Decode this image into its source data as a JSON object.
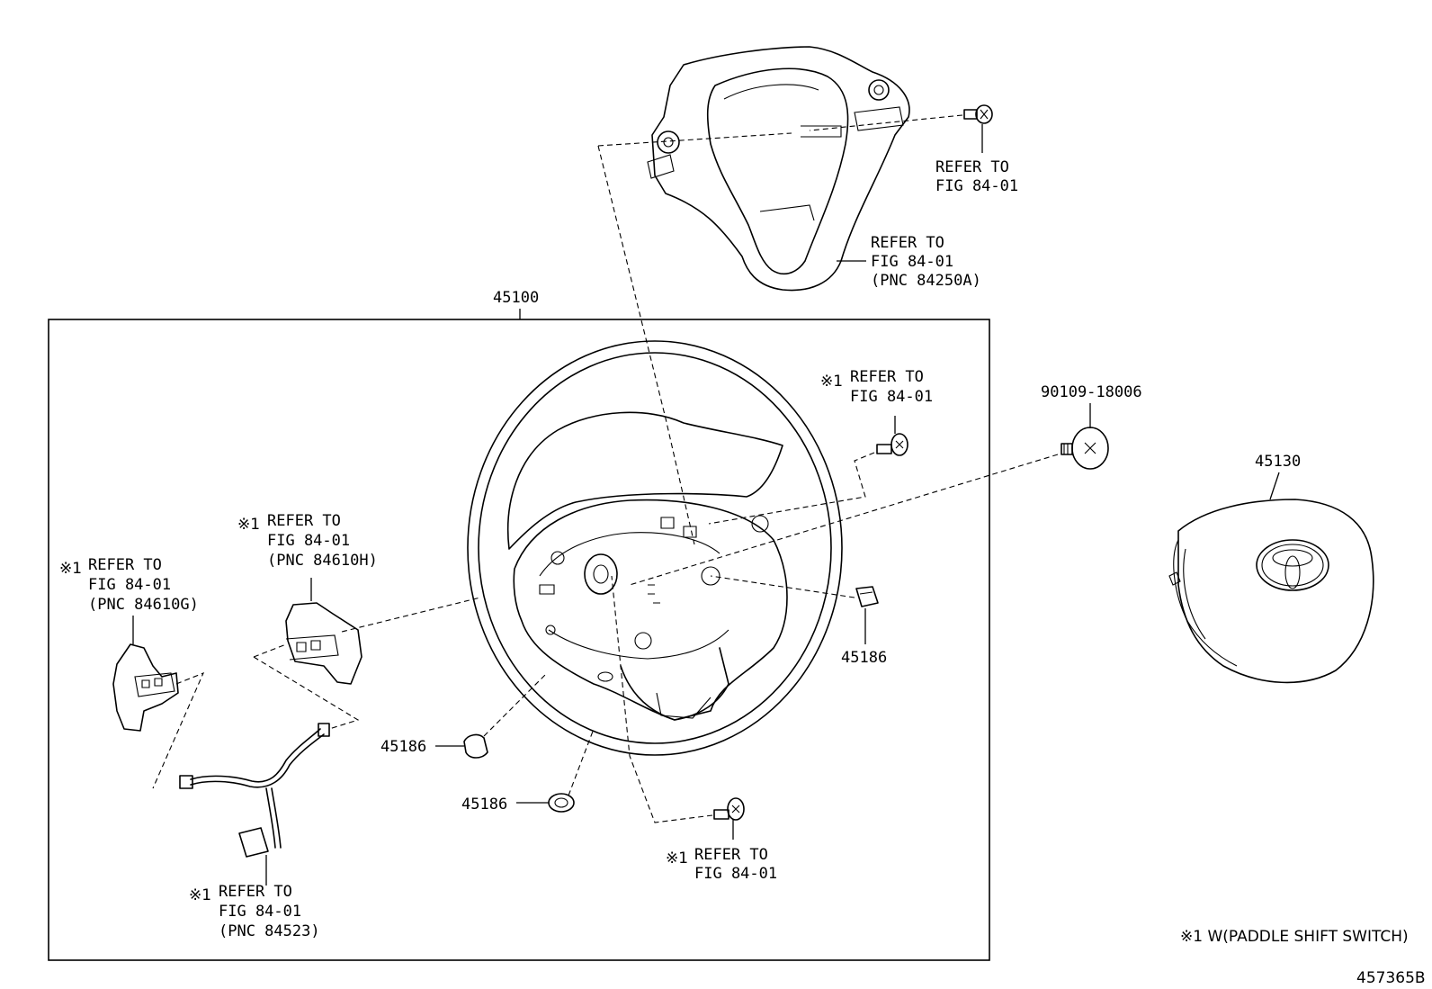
{
  "labels": {
    "l_45100": "45100",
    "l_45130": "45130",
    "l_90109": "90109-18006",
    "l_45186_right": "45186",
    "l_45186_mid": "45186",
    "l_45186_low": "45186",
    "footnote": "※1 W(PADDLE SHIFT SWITCH)",
    "catalog_id": "457365B"
  },
  "refs": {
    "top_screw": [
      "REFER TO",
      "FIG 84-01"
    ],
    "cover": [
      "REFER TO",
      "FIG 84-01",
      "(PNC 84250A)"
    ],
    "upper_screw": [
      "REFER TO",
      "FIG 84-01"
    ],
    "upper_screw_mark": "※1",
    "paddle_right": [
      "REFER TO",
      "FIG 84-01",
      "(PNC 84610H)"
    ],
    "paddle_right_mark": "※1",
    "paddle_left": [
      "REFER TO",
      "FIG 84-01",
      "(PNC 84610G)"
    ],
    "paddle_left_mark": "※1",
    "lower_screw": [
      "REFER TO",
      "FIG 84-01"
    ],
    "lower_screw_mark": "※1",
    "harness": [
      "REFER TO",
      "FIG 84-01",
      "(PNC 84523)"
    ],
    "harness_mark": "※1"
  }
}
